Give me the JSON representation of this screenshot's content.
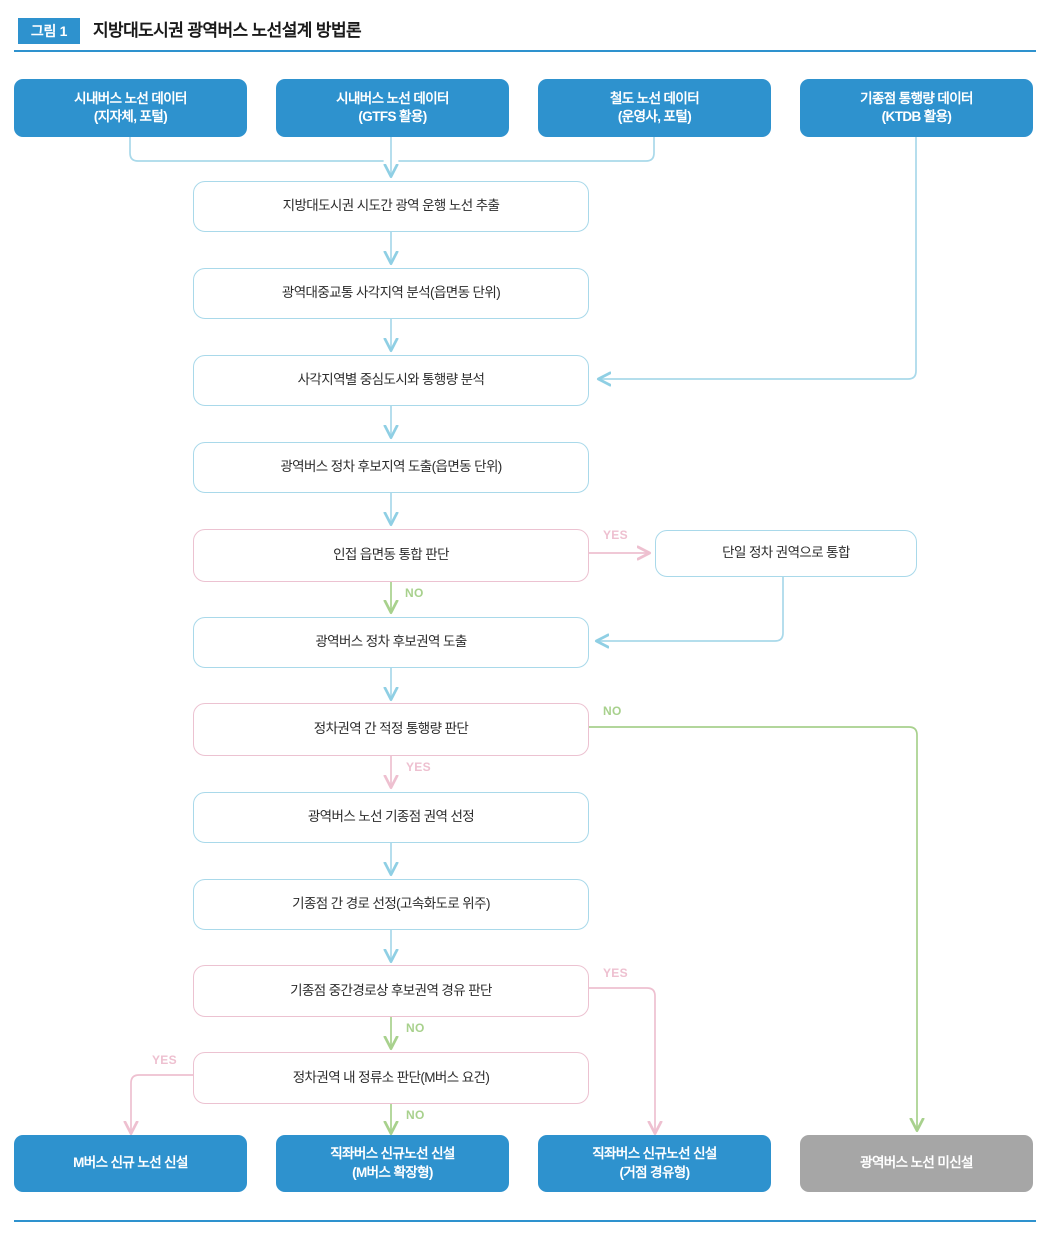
{
  "header": {
    "badge": "그림 1",
    "title": "지방대도시권 광역버스 노선설계 방법론"
  },
  "colors": {
    "brand_blue": "#2e92ce",
    "process_border": "#a9d9ea",
    "decision_border": "#ecc2d1",
    "yes_pink": "#eec0d0",
    "no_green": "#a8d18d",
    "inactive_gray": "#a6a6a6"
  },
  "sources": [
    {
      "id": "src-citybus-local",
      "line1": "시내버스 노선 데이터",
      "line2": "(지자체, 포털)"
    },
    {
      "id": "src-citybus-gtfs",
      "line1": "시내버스 노선 데이터",
      "line2": "(GTFS 활용)"
    },
    {
      "id": "src-rail",
      "line1": "철도 노선 데이터",
      "line2": "(운영사, 포털)"
    },
    {
      "id": "src-od-ktdb",
      "line1": "기종점 통행량 데이터",
      "line2": "(KTDB 활용)"
    }
  ],
  "process_steps": [
    {
      "id": "p1",
      "label": "지방대도시권 시도간 광역 운행 노선 추출"
    },
    {
      "id": "p2",
      "label": "광역대중교통 사각지역 분석(읍면동 단위)"
    },
    {
      "id": "p3",
      "label": "사각지역별 중심도시와 통행량 분석"
    },
    {
      "id": "p4",
      "label": "광역버스 정차 후보지역 도출(읍면동 단위)"
    },
    {
      "id": "p5",
      "label": "광역버스 정차 후보권역 도출"
    },
    {
      "id": "p6",
      "label": "광역버스 노선 기종점 권역 선정"
    },
    {
      "id": "p7",
      "label": "기종점 간 경로 선정(고속화도로 위주)"
    }
  ],
  "side_process": {
    "id": "s1",
    "label": "단일 정차 권역으로 통합"
  },
  "decisions": [
    {
      "id": "d1",
      "label": "인접 읍면동 통합 판단"
    },
    {
      "id": "d2",
      "label": "정차권역 간 적정 통행량 판단"
    },
    {
      "id": "d3",
      "label": "기종점 중간경로상 후보권역 경유 판단"
    },
    {
      "id": "d4",
      "label": "정차권역 내 정류소 판단(M버스 요건)"
    }
  ],
  "edge_labels": {
    "d1_yes": "YES",
    "d1_no": "NO",
    "d2_no": "NO",
    "d2_yes": "YES",
    "d3_yes": "YES",
    "d3_no": "NO",
    "d4_yes": "YES",
    "d4_no": "NO"
  },
  "results": [
    {
      "id": "r1",
      "line1": "M버스 신규 노선 신설",
      "line2": "",
      "state": "active"
    },
    {
      "id": "r2",
      "line1": "직좌버스 신규노선 신설",
      "line2": "(M버스 확장형)",
      "state": "active"
    },
    {
      "id": "r3",
      "line1": "직좌버스 신규노선 신설",
      "line2": "(거점 경유형)",
      "state": "active"
    },
    {
      "id": "r4",
      "line1": "광역버스 노선 미신설",
      "line2": "",
      "state": "inactive"
    }
  ]
}
